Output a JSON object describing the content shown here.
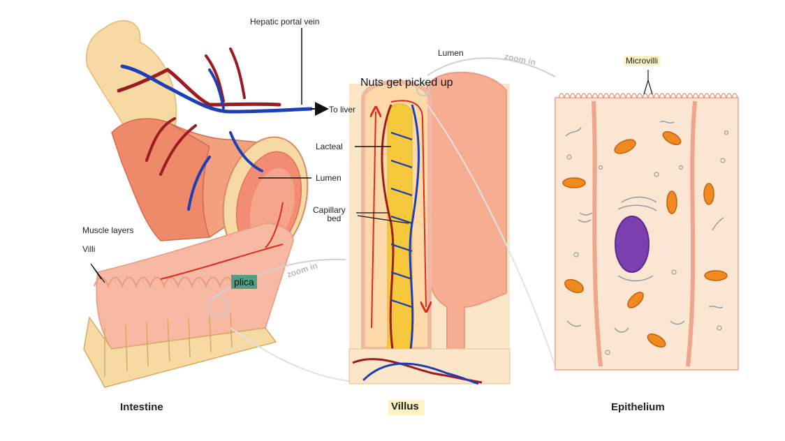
{
  "labels": {
    "hepatic_portal_vein": "Hepatic portal vein",
    "to_liver": "To liver",
    "lumen_intestine": "Lumen",
    "muscle_layers": "Muscle layers",
    "villi": "Villi",
    "lumen_villus": "Lumen",
    "lacteal": "Lacteal",
    "capillary_bed_line1": "Capillary",
    "capillary_bed_line2": "bed",
    "microvilli": "Microvilli",
    "zoom_in_1": "zoom in",
    "zoom_in_2": "zoom in"
  },
  "annotations": {
    "nuts": "Nuts get picked up",
    "plica": "plica"
  },
  "captions": {
    "intestine": "Intestine",
    "villus": "Villus",
    "epithelium": "Epithelium"
  },
  "colors": {
    "artery": "#9b1b1e",
    "vein": "#1c3fb5",
    "tissue_tan": "#f6d9a3",
    "muscle": "#ee8a6a",
    "mucosa": "#f7b9a3",
    "lacteal_yellow": "#f5c93b",
    "nucleus": "#7b3fb0",
    "mitochondria": "#f08a1e",
    "annotation_red": "#e0281c",
    "plica_highlight": "#4e9f84",
    "caption_highlight": "#fdf3c2"
  }
}
